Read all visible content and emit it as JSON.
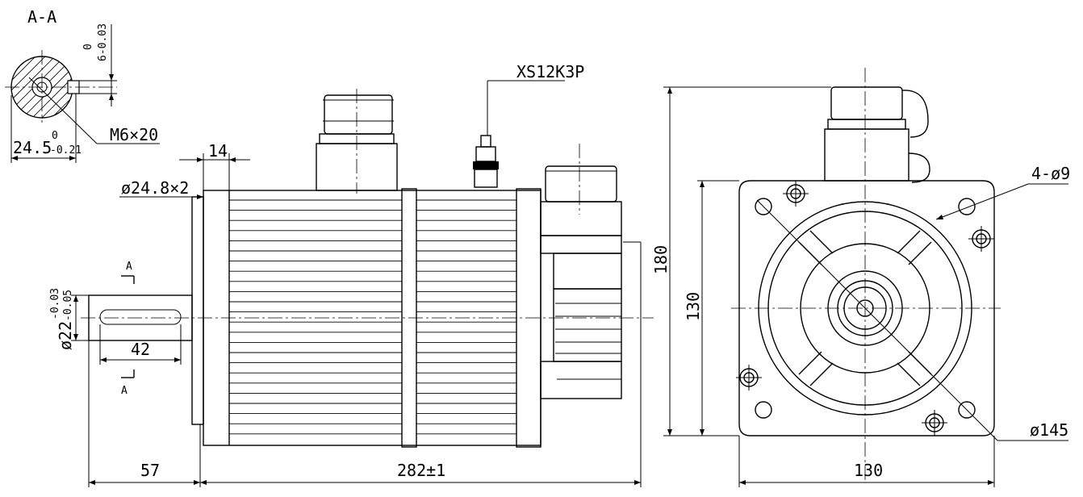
{
  "section_view": {
    "title": "A-A",
    "keyway_tol_upper": "0",
    "keyway_tol_value": "6-0.03",
    "thread": "M6×20",
    "key_depth": "24.5",
    "key_depth_tol_upper": "0",
    "key_depth_tol_lower": "-0.21"
  },
  "side_view": {
    "connector_label": "XS12K3P",
    "flange_thickness": "14",
    "spigot": "ø24.8×2",
    "cut_marker": "A",
    "shaft_dia_prefix": "ø22",
    "shaft_tol_upper": "-0.03",
    "shaft_tol_lower": "-0.05",
    "key_length": "42",
    "shaft_length": "57",
    "body_length": "282±1"
  },
  "front_view": {
    "height_total": "180",
    "height_flange": "130",
    "width_flange": "130",
    "holes": "4-ø9",
    "pcd": "ø145"
  }
}
